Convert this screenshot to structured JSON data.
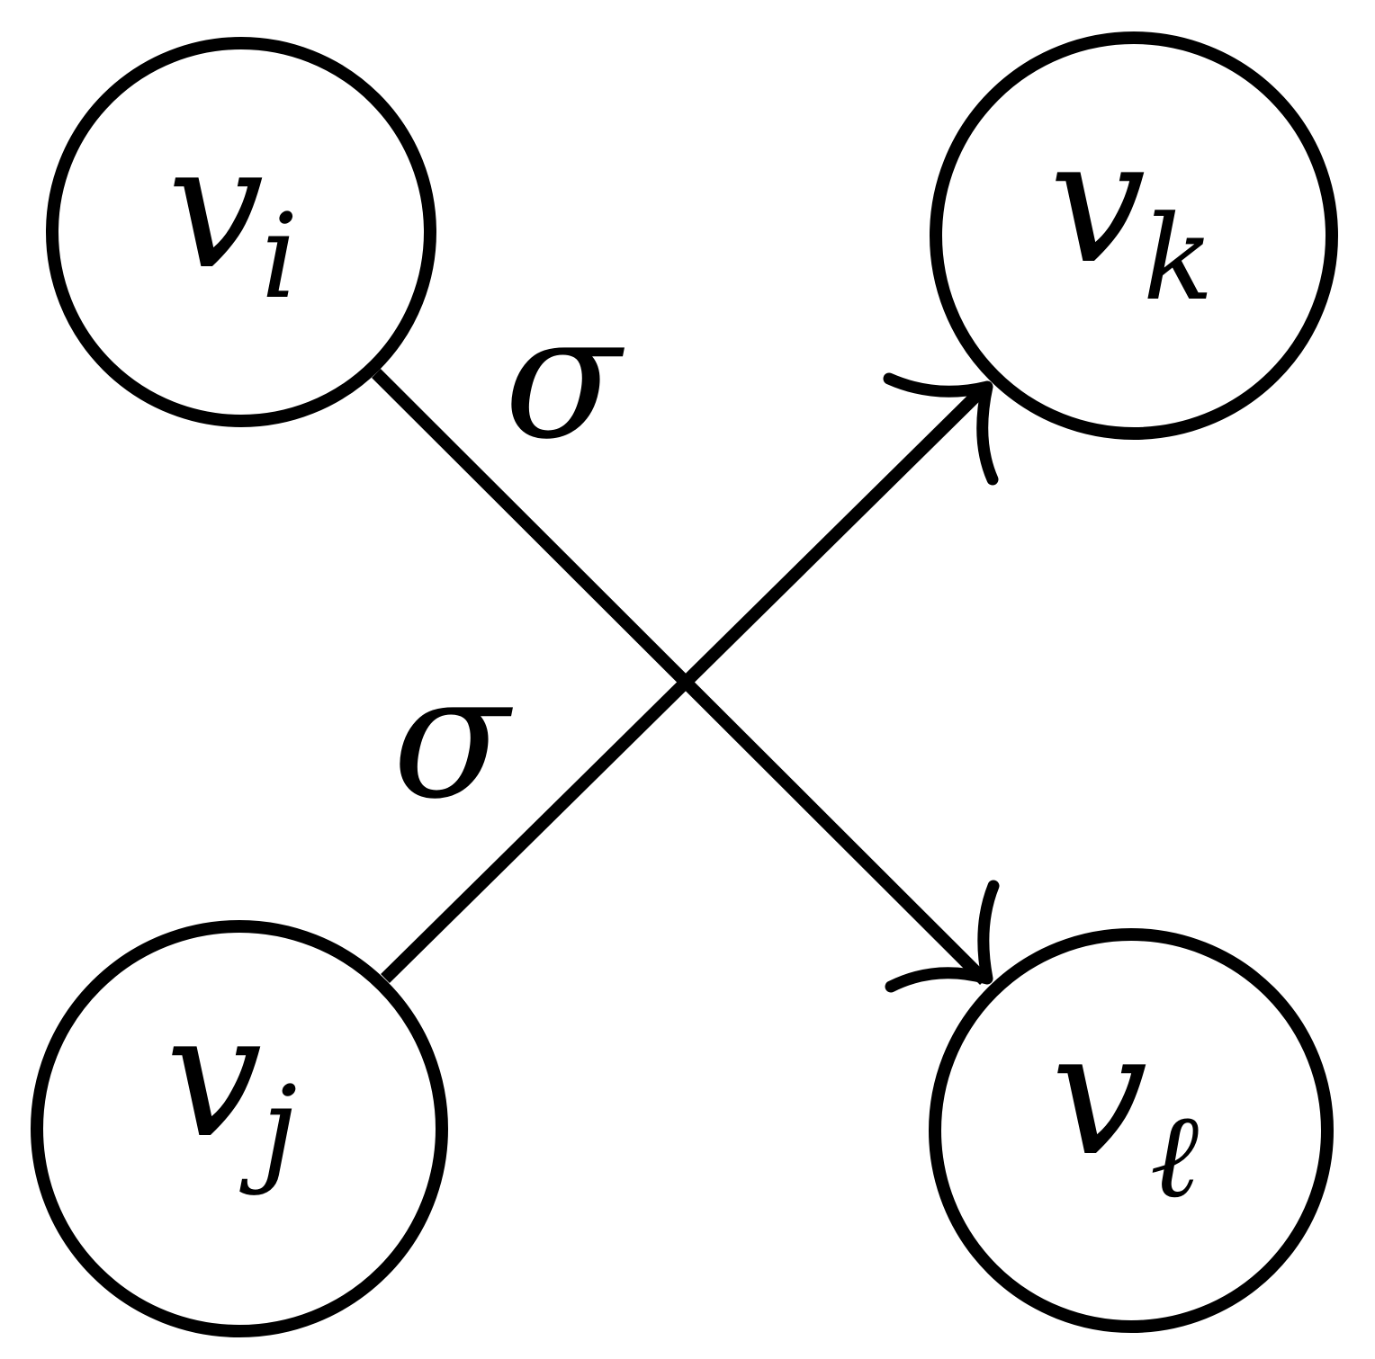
{
  "nodes": {
    "vi": {
      "var": "v",
      "sub": "i"
    },
    "vj": {
      "var": "v",
      "sub": "j"
    },
    "vk": {
      "var": "v",
      "sub": "k"
    },
    "vl": {
      "var": "v",
      "sub": "ℓ"
    }
  },
  "edges": {
    "vi_to_vl": {
      "from": "v_i",
      "to": "v_ℓ",
      "label": "σ"
    },
    "vj_to_vk": {
      "from": "v_j",
      "to": "v_k",
      "label": "σ"
    }
  },
  "colors": {
    "stroke": "#000000",
    "background": "#ffffff"
  }
}
